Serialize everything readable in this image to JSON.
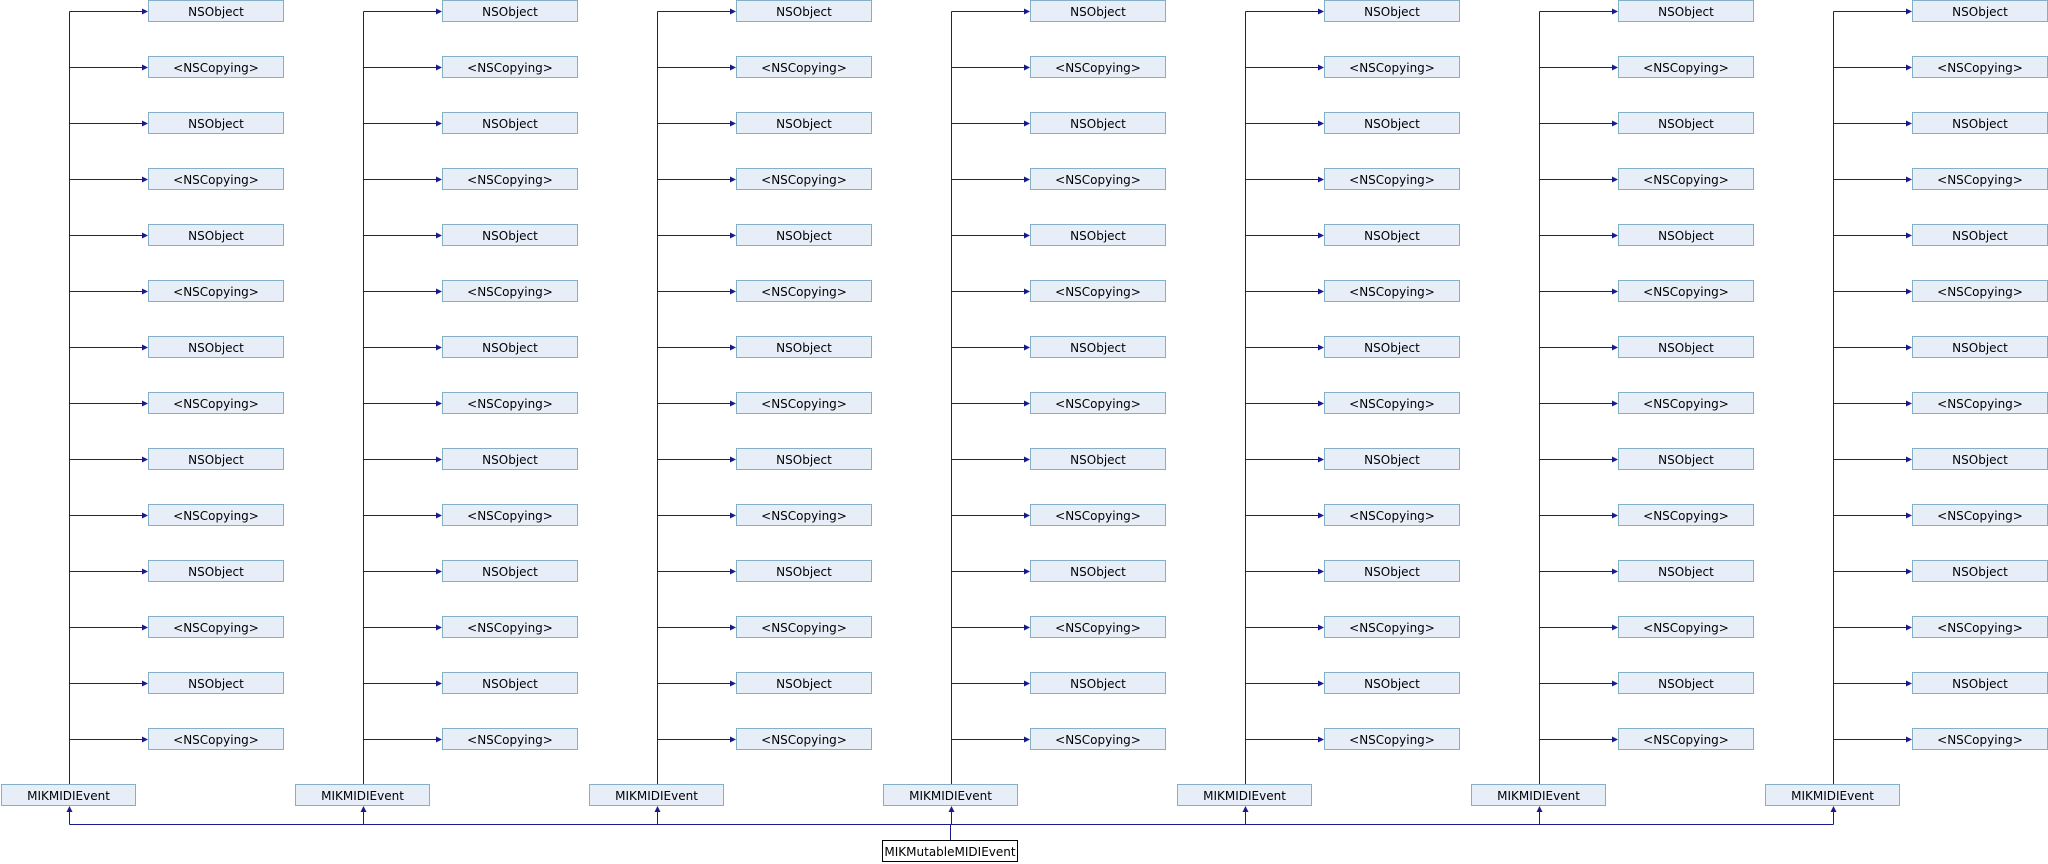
{
  "diagram": {
    "colors": {
      "edge": "#1a1a8c",
      "node_fill": "#e8eef8",
      "node_border": "#84b0c7",
      "root_fill": "#ffffff",
      "root_border": "#000000"
    },
    "root": {
      "label": "MIKMutableMIDIEvent"
    },
    "columns": [
      {
        "base": "MIKMIDIEvent",
        "ancestors": [
          "NSObject",
          "<NSCopying>",
          "NSObject",
          "<NSCopying>",
          "NSObject",
          "<NSCopying>",
          "NSObject",
          "<NSCopying>",
          "NSObject",
          "<NSCopying>",
          "NSObject",
          "<NSCopying>",
          "NSObject",
          "<NSCopying>"
        ]
      },
      {
        "base": "MIKMIDIEvent",
        "ancestors": [
          "NSObject",
          "<NSCopying>",
          "NSObject",
          "<NSCopying>",
          "NSObject",
          "<NSCopying>",
          "NSObject",
          "<NSCopying>",
          "NSObject",
          "<NSCopying>",
          "NSObject",
          "<NSCopying>",
          "NSObject",
          "<NSCopying>"
        ]
      },
      {
        "base": "MIKMIDIEvent",
        "ancestors": [
          "NSObject",
          "<NSCopying>",
          "NSObject",
          "<NSCopying>",
          "NSObject",
          "<NSCopying>",
          "NSObject",
          "<NSCopying>",
          "NSObject",
          "<NSCopying>",
          "NSObject",
          "<NSCopying>",
          "NSObject",
          "<NSCopying>"
        ]
      },
      {
        "base": "MIKMIDIEvent",
        "ancestors": [
          "NSObject",
          "<NSCopying>",
          "NSObject",
          "<NSCopying>",
          "NSObject",
          "<NSCopying>",
          "NSObject",
          "<NSCopying>",
          "NSObject",
          "<NSCopying>",
          "NSObject",
          "<NSCopying>",
          "NSObject",
          "<NSCopying>"
        ]
      },
      {
        "base": "MIKMIDIEvent",
        "ancestors": [
          "NSObject",
          "<NSCopying>",
          "NSObject",
          "<NSCopying>",
          "NSObject",
          "<NSCopying>",
          "NSObject",
          "<NSCopying>",
          "NSObject",
          "<NSCopying>",
          "NSObject",
          "<NSCopying>",
          "NSObject",
          "<NSCopying>"
        ]
      },
      {
        "base": "MIKMIDIEvent",
        "ancestors": [
          "NSObject",
          "<NSCopying>",
          "NSObject",
          "<NSCopying>",
          "NSObject",
          "<NSCopying>",
          "NSObject",
          "<NSCopying>",
          "NSObject",
          "<NSCopying>",
          "NSObject",
          "<NSCopying>",
          "NSObject",
          "<NSCopying>"
        ]
      },
      {
        "base": "MIKMIDIEvent",
        "ancestors": [
          "NSObject",
          "<NSCopying>",
          "NSObject",
          "<NSCopying>",
          "NSObject",
          "<NSCopying>",
          "NSObject",
          "<NSCopying>",
          "NSObject",
          "<NSCopying>",
          "NSObject",
          "<NSCopying>",
          "NSObject",
          "<NSCopying>"
        ]
      }
    ]
  }
}
